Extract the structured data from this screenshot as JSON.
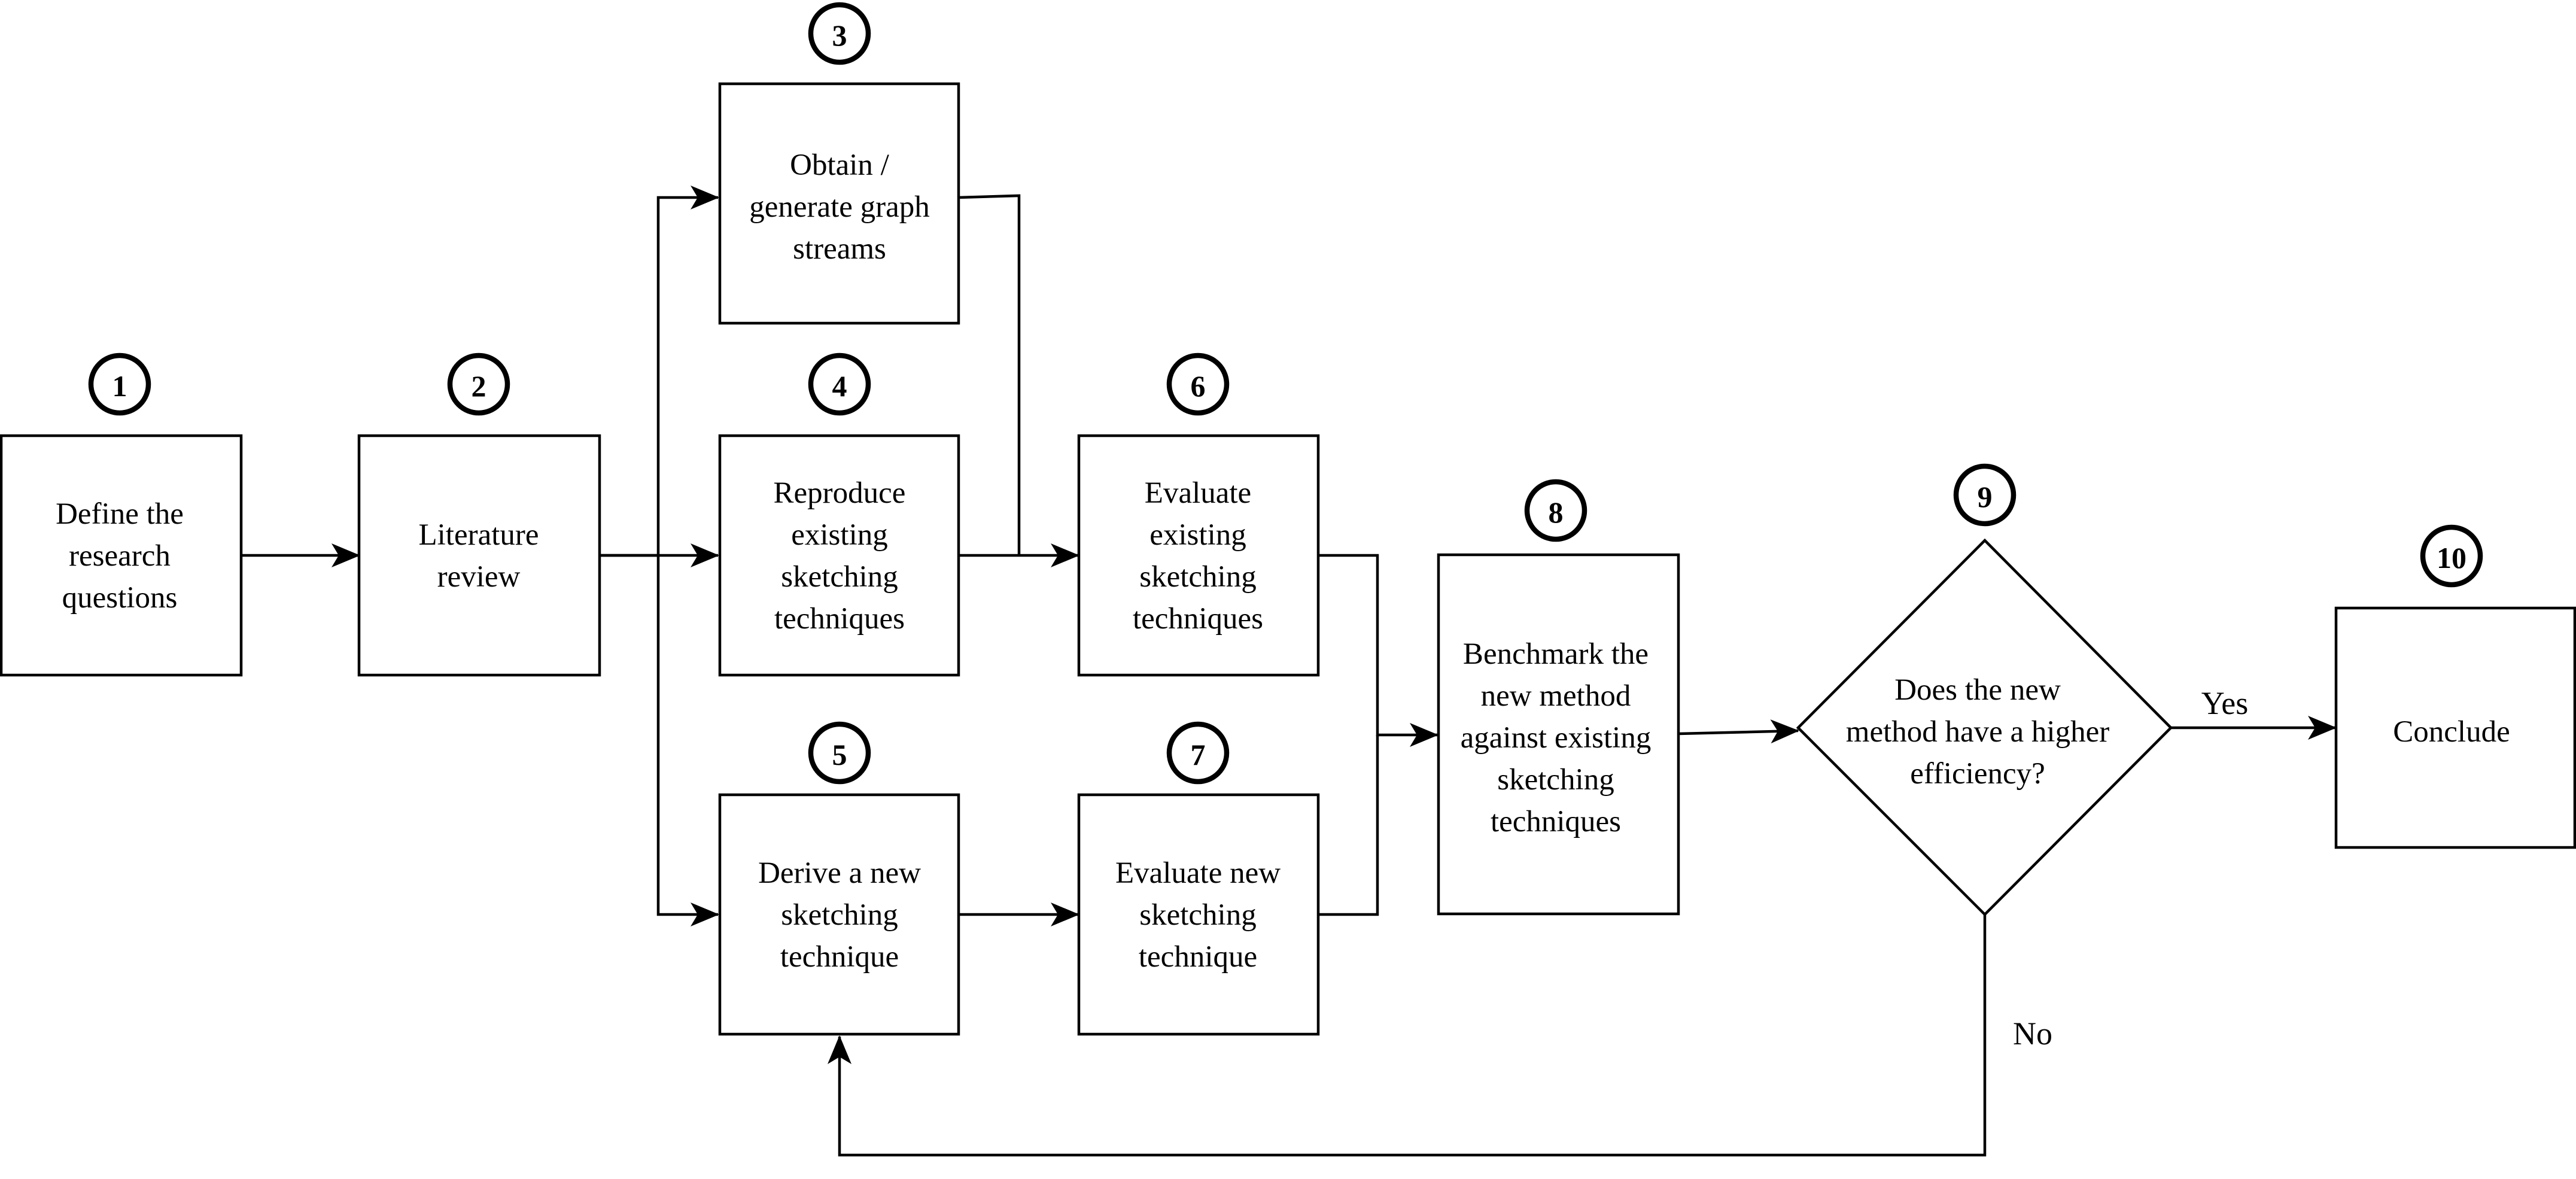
{
  "nodes": {
    "n1": {
      "number": "1",
      "lines": [
        "Define the",
        "research",
        "questions"
      ]
    },
    "n2": {
      "number": "2",
      "lines": [
        "Literature",
        "review"
      ]
    },
    "n3": {
      "number": "3",
      "lines": [
        "Obtain /",
        "generate graph",
        "streams"
      ]
    },
    "n4": {
      "number": "4",
      "lines": [
        "Reproduce",
        "existing",
        "sketching",
        "techniques"
      ]
    },
    "n5": {
      "number": "5",
      "lines": [
        "Derive a new",
        "sketching",
        "technique"
      ]
    },
    "n6": {
      "number": "6",
      "lines": [
        "Evaluate",
        "existing",
        "sketching",
        "techniques"
      ]
    },
    "n7": {
      "number": "7",
      "lines": [
        "Evaluate new",
        "sketching",
        "technique"
      ]
    },
    "n8": {
      "number": "8",
      "lines": [
        "Benchmark the",
        "new method",
        "against existing",
        "sketching",
        "techniques"
      ]
    },
    "n9": {
      "number": "9",
      "lines": [
        "Does the new",
        "method have a higher",
        "efficiency?"
      ],
      "shape": "diamond"
    },
    "n10": {
      "number": "10",
      "lines": [
        "Conclude"
      ]
    }
  },
  "edges": {
    "yes_label": "Yes",
    "no_label": "No"
  }
}
